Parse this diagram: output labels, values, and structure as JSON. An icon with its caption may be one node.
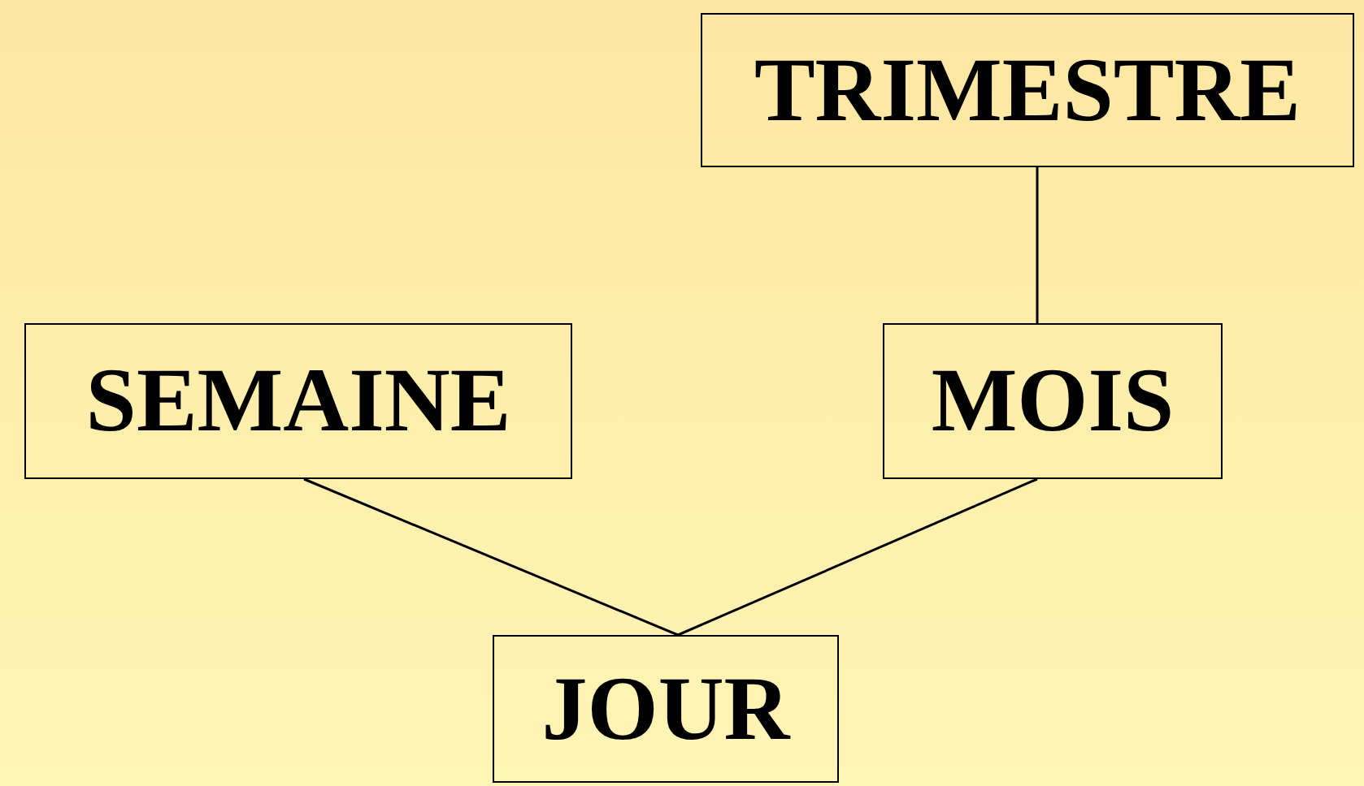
{
  "diagram": {
    "nodes": [
      {
        "text": [
          "TRIMESTRE"
        ]
      },
      {
        "text": [
          "SEMAINE"
        ]
      },
      {
        "text": [
          "MOIS"
        ]
      },
      {
        "text": [
          "JOUR"
        ]
      }
    ],
    "edges": [
      {
        "from": 0,
        "to": 2,
        "arrow": "none"
      },
      {
        "from": 1,
        "to": 3,
        "arrow": "none"
      },
      {
        "from": 2,
        "to": 3,
        "arrow": "none"
      }
    ]
  }
}
